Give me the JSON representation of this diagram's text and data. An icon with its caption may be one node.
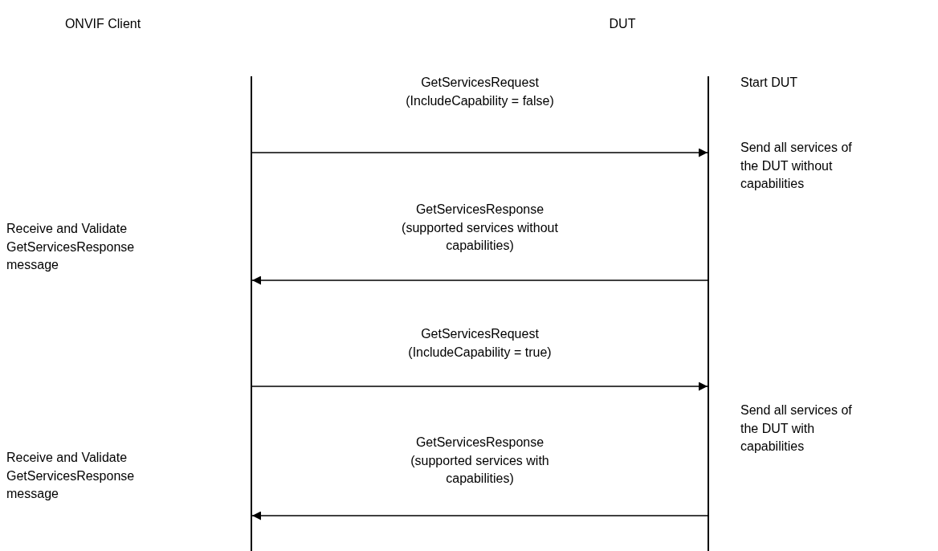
{
  "diagram": {
    "nodes": [
      {
        "text": [
          "ONVIF Client"
        ]
      },
      {
        "text": [
          "DUT"
        ]
      },
      {
        "text": [],
        "shape": "bar"
      },
      {
        "text": [],
        "shape": "bar"
      }
    ],
    "edges": [
      {
        "from": 2,
        "to": 3,
        "arrow": "to",
        "label": "GetServicesRequest (IncludeCapability = false)"
      },
      {
        "from": 3,
        "to": 2,
        "arrow": "to",
        "label": "GetServicesResponse (supported services without capabilities)"
      },
      {
        "from": 2,
        "to": 3,
        "arrow": "to",
        "label": "GetServicesRequest (IncludeCapability = true)"
      },
      {
        "from": 3,
        "to": 2,
        "arrow": "to",
        "label": "GetServicesResponse (supported services with capabilities)"
      }
    ],
    "labels": [
      "Start DUT",
      "Send all services of the DUT without capabilities",
      "Receive and Validate GetServicesResponse message",
      "Send all services of the DUT with capabilities",
      "Receive and Validate GetServicesResponse message"
    ]
  }
}
